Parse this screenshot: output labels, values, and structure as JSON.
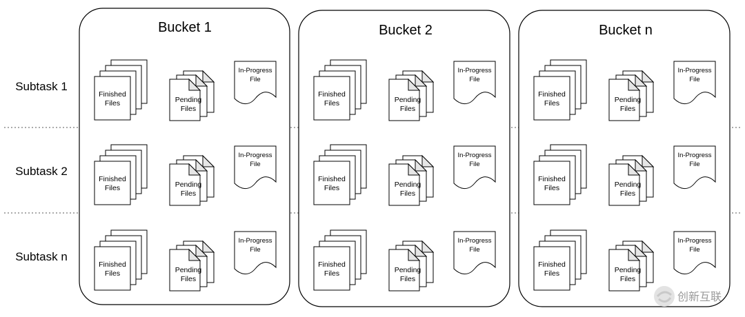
{
  "buckets": [
    {
      "title": "Bucket 1"
    },
    {
      "title": "Bucket 2"
    },
    {
      "title": "Bucket n"
    }
  ],
  "subtasks": [
    {
      "label": "Subtask 1"
    },
    {
      "label": "Subtask 2"
    },
    {
      "label": "Subtask n"
    }
  ],
  "file_labels": {
    "finished": [
      "Finished",
      "Files"
    ],
    "pending": [
      "Pending",
      "Files"
    ],
    "in_progress": [
      "In-Progress",
      "File"
    ]
  },
  "watermark": {
    "text": "创新互联",
    "logo": "x-logo-icon"
  }
}
